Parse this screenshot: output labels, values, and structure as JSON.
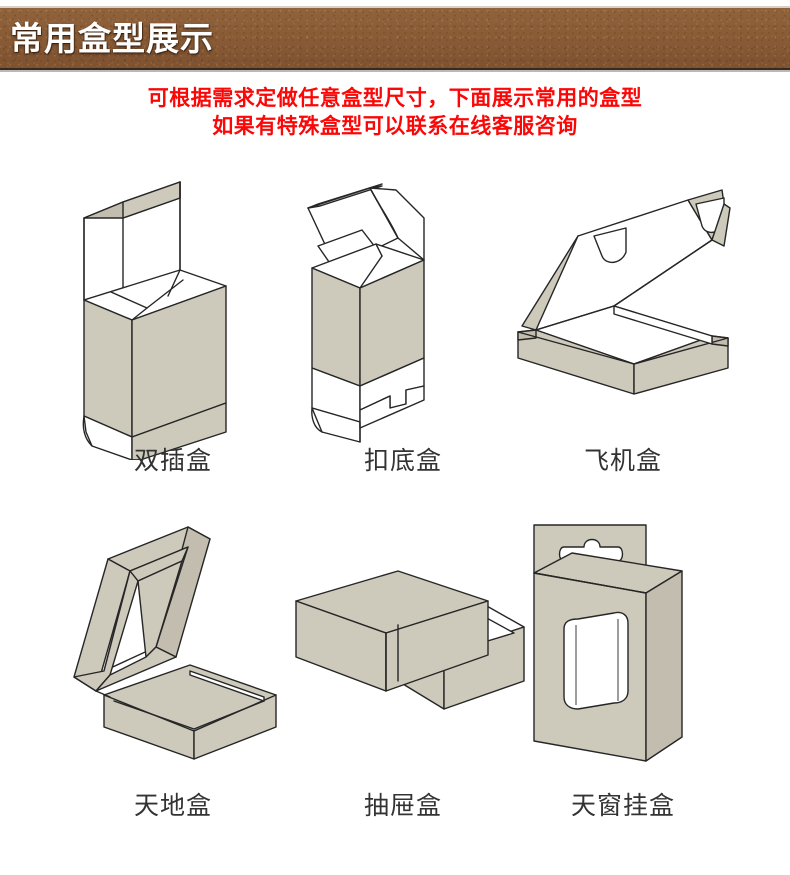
{
  "banner": {
    "title": "常用盒型展示",
    "background_color": "#8a5c36",
    "title_color": "#ffffff"
  },
  "subtitle": {
    "color": "#fb0707",
    "line1": "可根据需求定做任意盒型尺寸，下面展示常用的盒型",
    "line2": "如果有特殊盒型可以联系在线客服咨询"
  },
  "gallery": {
    "box_fill_color": "#cdc9bb",
    "outline_color": "#262626",
    "caption_color": "#333333",
    "rows": [
      {
        "items": [
          {
            "label": "双插盒",
            "icon": "double-tuck-box-illustration"
          },
          {
            "label": "扣底盒",
            "icon": "snap-lock-bottom-box-illustration"
          },
          {
            "label": "飞机盒",
            "icon": "mailer-box-illustration"
          }
        ]
      },
      {
        "items": [
          {
            "label": "天地盒",
            "icon": "lid-and-base-box-illustration"
          },
          {
            "label": "抽屉盒",
            "icon": "drawer-box-illustration"
          },
          {
            "label": "天窗挂盒",
            "icon": "window-hanging-box-illustration"
          }
        ]
      }
    ]
  }
}
